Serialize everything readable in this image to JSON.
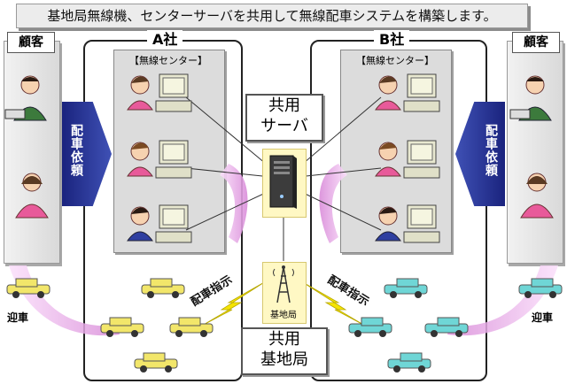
{
  "title": "基地局無線機、センターサーバを共用して無線配車システムを構築します。",
  "customer_label": "顧客",
  "company_a": "A社",
  "company_b": "B社",
  "radio_center": "【無線センター】",
  "dispatch_request": "配車依頼",
  "shared_server": [
    "共用",
    "サーバ"
  ],
  "base_station_small": "基地局",
  "shared_base": [
    "共用",
    "基地局"
  ],
  "dispatch_order": "配車指示",
  "pickup": "迎車",
  "colors": {
    "arrow_blue": "#1a237e",
    "pink_flow": "#e8a6e8",
    "taxi_yellow": "#f2e66a",
    "taxi_cyan": "#6fd6d6",
    "lightning": "#f5e400"
  }
}
